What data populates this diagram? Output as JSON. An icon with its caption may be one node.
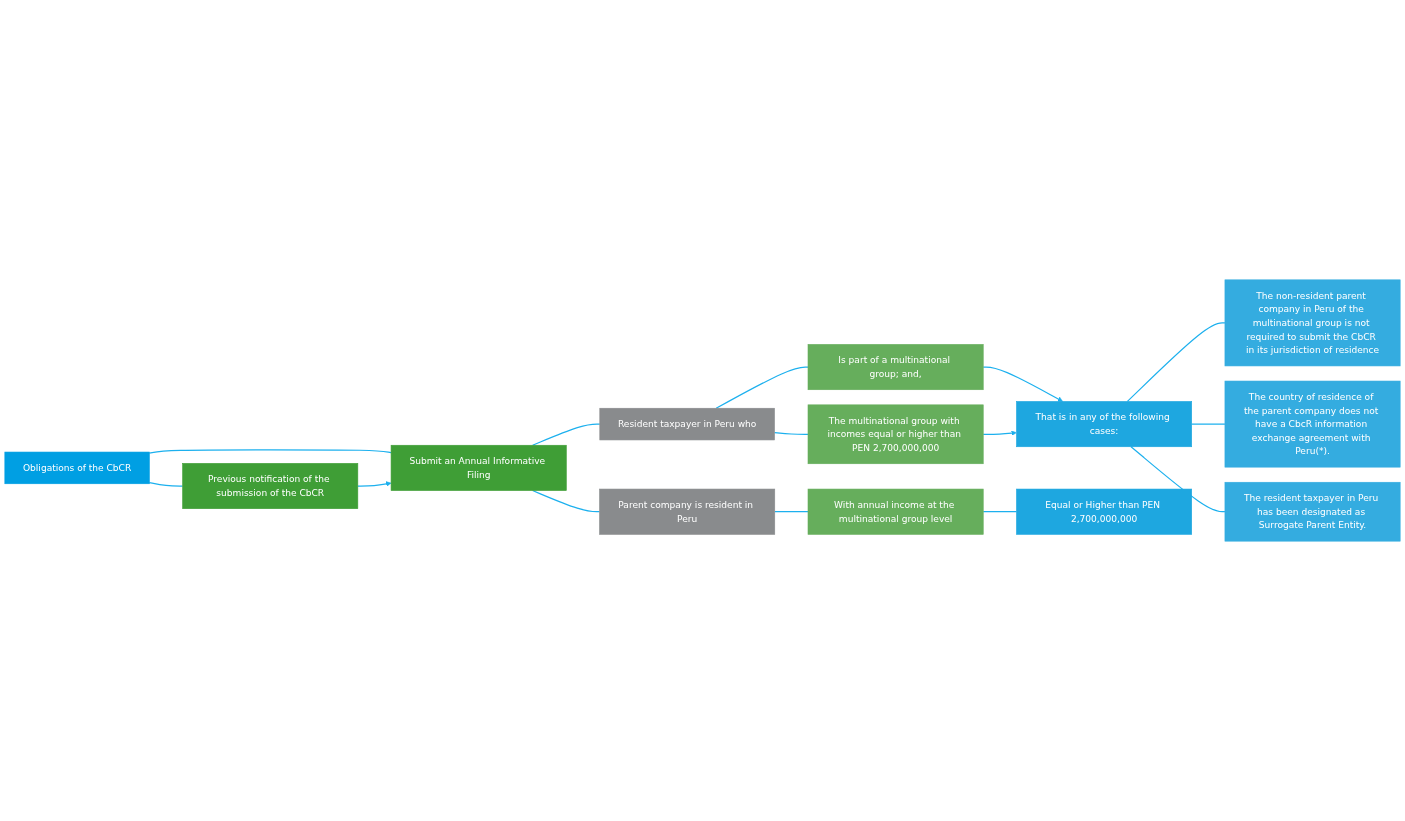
{
  "diagram": {
    "nodes": [
      {
        "text": [
          "Obligations of the CbCR"
        ]
      },
      {
        "text": [
          "Submit an Annual Informative Filing"
        ]
      },
      {
        "text": [
          "Previous notification of the submission of the CbCR"
        ]
      },
      {
        "text": [
          "Resident taxpayer in Peru who"
        ]
      },
      {
        "text": [
          "Is part of a multinational group; and,"
        ]
      },
      {
        "text": [
          "The multinational group with incomes equal or higher than PEN 2,700,000,000"
        ]
      },
      {
        "text": [
          "That is in any of the following cases:"
        ]
      },
      {
        "text": [
          "The non-resident parent company in Peru of the multinational group is not required to submit the CbCR in its jurisdiction of residence"
        ]
      },
      {
        "text": [
          "The country of residence of the parent company does not have a CbcR information exchange agreement with Peru(*)."
        ]
      },
      {
        "text": [
          "The resident taxpayer in Peru has been designated as Surrogate Parent Entity."
        ]
      },
      {
        "text": [
          "Parent company is resident in Peru"
        ]
      },
      {
        "text": [
          "With annual income at the multinational group level"
        ]
      },
      {
        "text": [
          "Equal or Higher than PEN 2,700,000,000"
        ]
      }
    ],
    "edges": [
      {
        "from": 0,
        "to": 1,
        "arrow": "none"
      },
      {
        "from": 0,
        "to": 2,
        "arrow": "none"
      },
      {
        "from": 2,
        "to": 1,
        "arrow": "to"
      },
      {
        "from": 1,
        "to": 3,
        "arrow": "none"
      },
      {
        "from": 1,
        "to": 10,
        "arrow": "none"
      },
      {
        "from": 3,
        "to": 4,
        "arrow": "none"
      },
      {
        "from": 3,
        "to": 5,
        "arrow": "none"
      },
      {
        "from": 4,
        "to": 6,
        "arrow": "to"
      },
      {
        "from": 5,
        "to": 6,
        "arrow": "to"
      },
      {
        "from": 6,
        "to": 7,
        "arrow": "none"
      },
      {
        "from": 6,
        "to": 8,
        "arrow": "none"
      },
      {
        "from": 6,
        "to": 9,
        "arrow": "none"
      },
      {
        "from": 10,
        "to": 11,
        "arrow": "none"
      },
      {
        "from": 11,
        "to": 12,
        "arrow": "none"
      }
    ]
  }
}
